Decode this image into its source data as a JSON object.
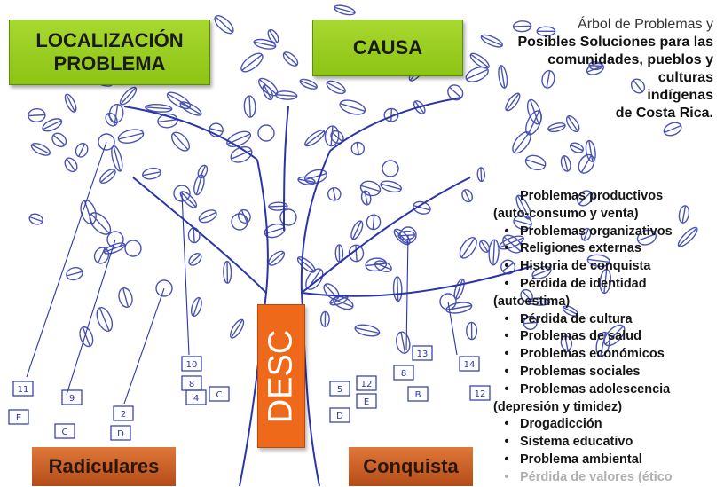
{
  "boxes": {
    "localizacion_line1": "LOCALIZACIÓN",
    "localizacion_line2": "PROBLEMA",
    "causa": "CAUSA",
    "desc": "DESC",
    "radiculares": "Radiculares",
    "conquista": "Conquista"
  },
  "title": {
    "line1": "Árbol de Problemas y",
    "line2": "Posibles Soluciones para las",
    "line3": "comunidades, pueblos y",
    "line4": "culturas",
    "line5": "indígenas",
    "line6": "de Costa Rica."
  },
  "problems": [
    {
      "text": "Problemas productivos",
      "style": "indent"
    },
    {
      "text": "(auto-consumo y venta)",
      "style": "nobullet"
    },
    {
      "text": "Problemas organizativos",
      "style": "bullet"
    },
    {
      "text": "Religiones externas",
      "style": "bullet"
    },
    {
      "text": "Historia de conquista",
      "style": "bullet"
    },
    {
      "text": "Pérdida de identidad",
      "style": "bullet"
    },
    {
      "text": "(autoestima)",
      "style": "nobullet"
    },
    {
      "text": "Pérdida de cultura",
      "style": "bullet"
    },
    {
      "text": "Problemas de salud",
      "style": "bullet"
    },
    {
      "text": "Problemas económicos",
      "style": "bullet"
    },
    {
      "text": "Problemas sociales",
      "style": "bullet"
    },
    {
      "text": "Problemas adolescencia",
      "style": "bullet"
    },
    {
      "text": "(depresión y timidez)",
      "style": "nobullet"
    },
    {
      "text": "Drogadicción",
      "style": "bullet"
    },
    {
      "text": "Sistema educativo",
      "style": "bullet"
    },
    {
      "text": "Problema ambiental",
      "style": "bullet"
    },
    {
      "text": "Pérdida de valores (ético",
      "style": "faded"
    }
  ],
  "sketch_labels": [
    "11",
    "E",
    "9",
    "C",
    "2",
    "D",
    "10",
    "8",
    "C",
    "4",
    "5",
    "D",
    "12",
    "E",
    "8",
    "B",
    "13",
    "14",
    "12"
  ],
  "colors": {
    "green_box": "#9acd22",
    "desc_box": "#ee6a1a",
    "bottom_box": "#c45c22",
    "sketch_ink": "#2a35a8"
  }
}
